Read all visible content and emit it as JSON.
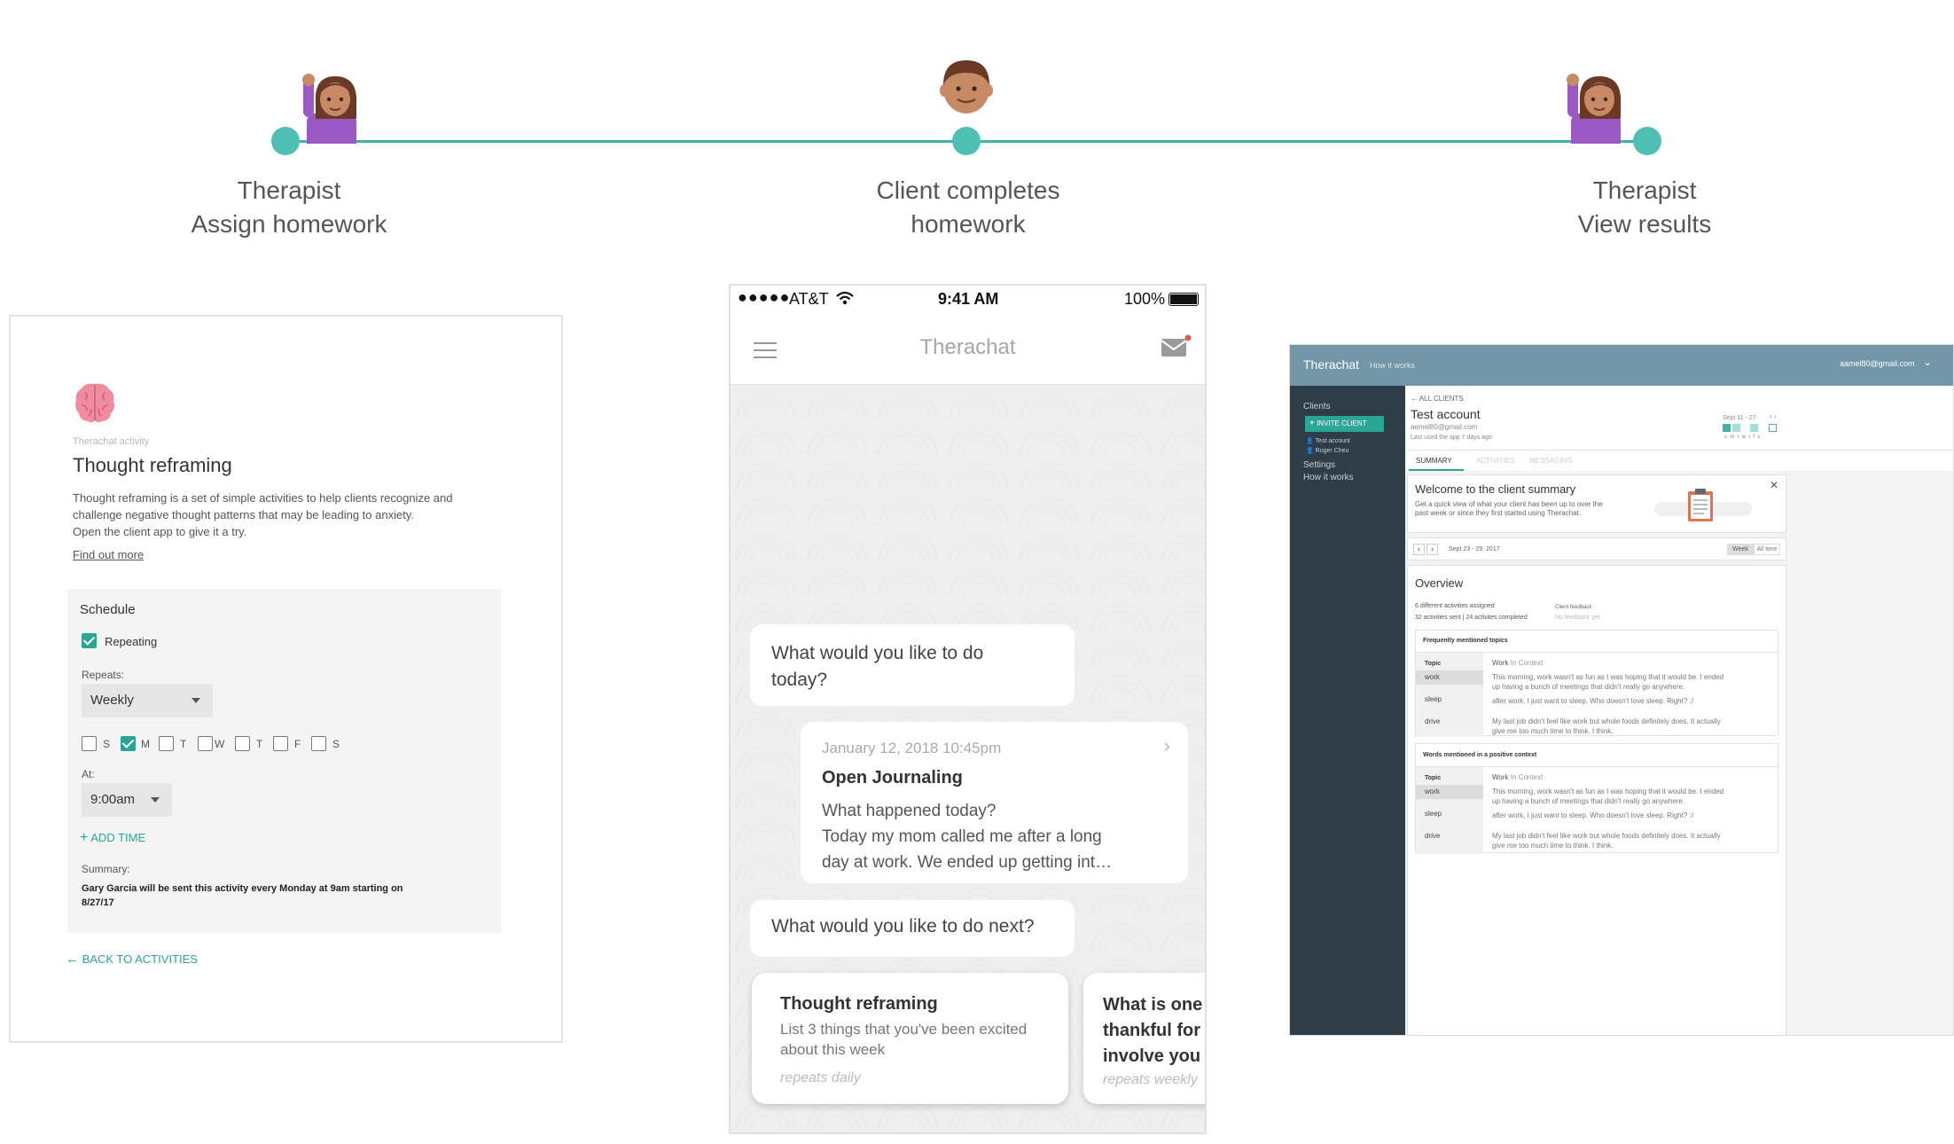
{
  "timeline": {
    "steps": [
      {
        "line1": "Therapist",
        "line2": "Assign homework"
      },
      {
        "line1": "Client completes",
        "line2": "homework"
      },
      {
        "line1": "Therapist",
        "line2": "View results"
      }
    ],
    "colors": {
      "line": "#3fb3a6",
      "dot": "#4ec0b3"
    }
  },
  "assign": {
    "source": "Therachat activity",
    "title": "Thought reframing",
    "desc1": "Thought reframing is a set of simple activities to help clients recognize and",
    "desc2": "challenge negative thought patterns that may be leading to anxiety.",
    "desc3": "Open the client app to give it a try.",
    "find_out_more": "Find out more",
    "schedule": {
      "heading": "Schedule",
      "repeating_label": "Repeating",
      "repeating_checked": true,
      "repeats_label": "Repeats:",
      "repeats_value": "Weekly",
      "days": [
        {
          "label": "S",
          "checked": false
        },
        {
          "label": "M",
          "checked": true
        },
        {
          "label": "T",
          "checked": false
        },
        {
          "label": "W",
          "checked": false
        },
        {
          "label": "T",
          "checked": false
        },
        {
          "label": "F",
          "checked": false
        },
        {
          "label": "S",
          "checked": false
        }
      ],
      "at_label": "At:",
      "time_value": "9:00am",
      "add_time": "ADD TIME",
      "summary_label": "Summary:",
      "summary_line1": "Gary Garcia will be sent this activity every Monday at 9am starting on",
      "summary_line2": "8/27/17"
    },
    "back_link": "BACK TO ACTIVITIES",
    "accent": "#2aa596"
  },
  "phone": {
    "status": {
      "carrier": "AT&T",
      "time": "9:41 AM",
      "battery": "100%"
    },
    "app_title": "Therachat",
    "q1_line1": "What would you like to do",
    "q1_line2": "today?",
    "journal": {
      "date": "January 12, 2018 10:45pm",
      "title": "Open Journaling",
      "line1": "What happened today?",
      "line2": "Today my mom called me after a long",
      "line3": "day at work. We ended up getting int…"
    },
    "q2": "What would you like to do next?",
    "cards": [
      {
        "title": "Thought reframing",
        "body1": "List 3 things that you've been excited",
        "body2": "about this week",
        "repeat": "repeats daily"
      },
      {
        "title_line1": "What is one",
        "title_line2": "thankful for",
        "title_line3": "involve you",
        "repeat": "repeats weekly"
      }
    ]
  },
  "web": {
    "brand": "Therachat",
    "how_it_works_top": "How it works",
    "account_email": "aamel80@gmail.com",
    "sidebar": {
      "clients": "Clients",
      "invite": "INVITE CLIENT",
      "client1": "Test account",
      "client2": "Roger Cheu",
      "settings": "Settings",
      "how": "How it works"
    },
    "back": "ALL CLIENTS",
    "client_name": "Test account",
    "client_email": "aemel80@gmail.com",
    "last_used": "Last used the app 7 days ago",
    "mini_range": "Sept 11 - 27",
    "mini_days": "s  m  t  w  t  f  s",
    "tabs": [
      "SUMMARY",
      "ACTIVITIES",
      "MESSAGING"
    ],
    "welcome": {
      "title": "Welcome to the client summary",
      "line1": "Get a quick view of what your client has been up to over the",
      "line2": "past week or since they first started using Therachat."
    },
    "date_range": "Sept 23 - 29, 2017",
    "toggle": [
      "Week",
      "All time"
    ],
    "overview": "Overview",
    "stat1": "6 different activities assigned",
    "stat2": "32 activities sent | 24 activites completed",
    "feedback_label": "Client feedback:",
    "feedback_value": "No feedback yet",
    "topics": {
      "heading": "Frequently mentioned topics",
      "col1": "Topic",
      "col2a": "Work",
      "col2b": "In Context",
      "rows": [
        {
          "label": "work",
          "ctx1": "This morning, work wasn't as fun as I was hoping that it would be. I ended",
          "ctx2": "up having a bunch of meetings that didn't really go anywhere."
        },
        {
          "label": "sleep",
          "ctx1": "after work, I just want to sleep. Who doesn't love sleep. Right? :/",
          "ctx2": ""
        },
        {
          "label": "drive",
          "ctx1": "My last job didn't feel like work but whole foods definitely does. It actually",
          "ctx2": "give me too much time to think. I think."
        }
      ]
    },
    "positive": {
      "heading": "Words mentioned in a positive context",
      "col1": "Topic",
      "col2a": "Work",
      "col2b": "In Context",
      "rows": [
        {
          "label": "work",
          "ctx1": "This morning, work wasn't as fun as I was hoping that it would be. I ended",
          "ctx2": "up having a bunch of meetings that didn't really go anywhere."
        },
        {
          "label": "sleep",
          "ctx1": "after work, I just want to sleep. Who doesn't love sleep. Right? :/",
          "ctx2": ""
        },
        {
          "label": "drive",
          "ctx1": "My last job didn't feel like work but whole foods definitely does. It actually",
          "ctx2": "give me too much time to think. I think."
        }
      ]
    }
  }
}
